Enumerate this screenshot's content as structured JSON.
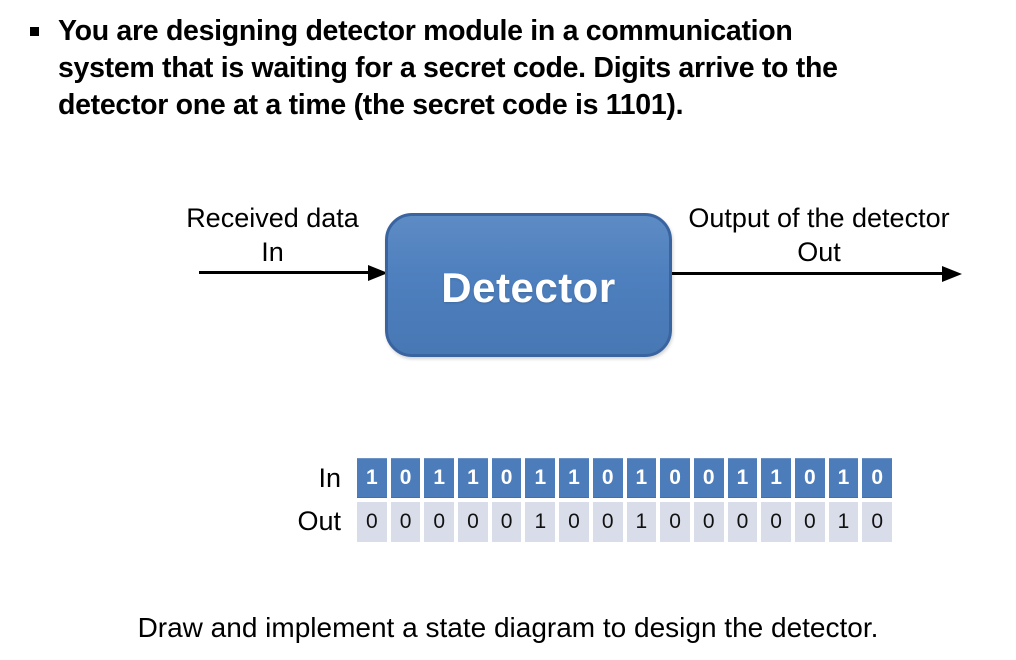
{
  "colors": {
    "text_color": "#000000",
    "arrow_color": "#000000",
    "block_fill": "#4e7fbe",
    "block_border": "#3a64a0",
    "block_text": "#ffffff",
    "in_cell_bg": "#4c7cba",
    "in_cell_text": "#ffffff",
    "out_cell_bg": "#d9dde9",
    "out_cell_text": "#111111"
  },
  "header": {
    "bullet_icon": "black-square-bullet",
    "lines": [
      "You are designing detector module in a communication",
      "system that is waiting for a secret code. Digits arrive to the",
      "detector one at a time (the secret code is 1101)."
    ]
  },
  "diagram": {
    "input_label_top": "Received data",
    "input_label_bottom": "In",
    "block_label": "Detector",
    "output_label_top": "Output of the detector",
    "output_label_bottom": "Out"
  },
  "table": {
    "in_row_label": "In",
    "out_row_label": "Out",
    "in_values": [
      "1",
      "0",
      "1",
      "1",
      "0",
      "1",
      "1",
      "0",
      "1",
      "0",
      "0",
      "1",
      "1",
      "0",
      "1",
      "0"
    ],
    "out_values": [
      "0",
      "0",
      "0",
      "0",
      "0",
      "1",
      "0",
      "0",
      "1",
      "0",
      "0",
      "0",
      "0",
      "0",
      "1",
      "0"
    ]
  },
  "footer": {
    "text": "Draw and implement a state diagram to design the detector."
  }
}
